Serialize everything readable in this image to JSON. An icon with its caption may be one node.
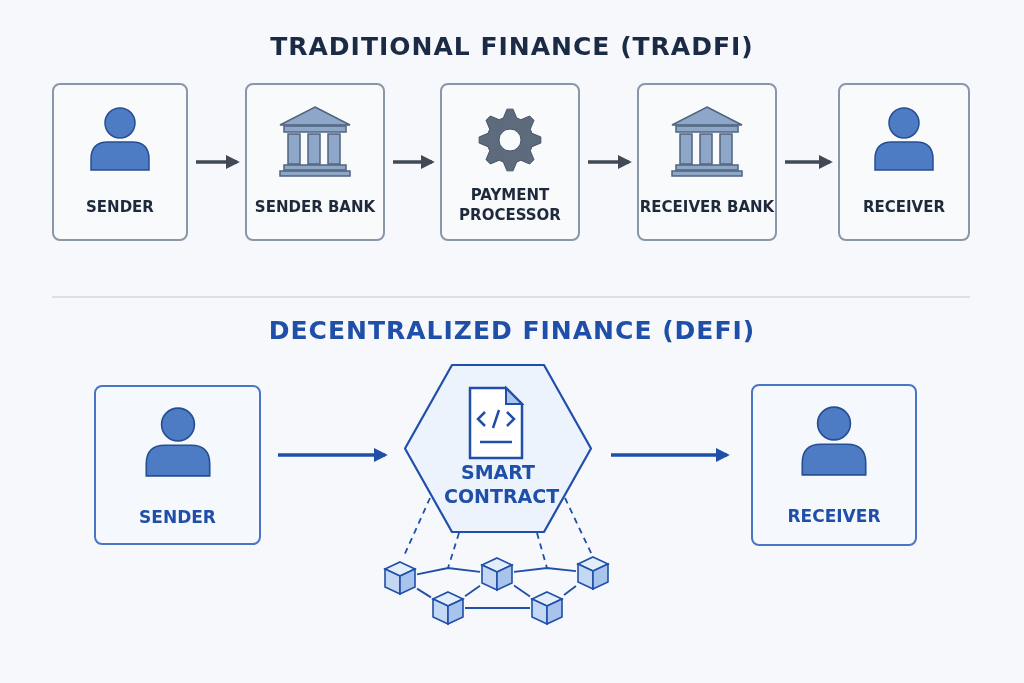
{
  "diagram": {
    "title": "TRADITIONAL FINANCE (TRADFI)",
    "nodes": [
      {
        "text": [
          "SENDER"
        ]
      },
      {
        "text": [
          "SENDER BANK"
        ]
      },
      {
        "text": [
          "PAYMENT PROCESSOR"
        ]
      },
      {
        "text": [
          "RECEIVER BANK"
        ]
      },
      {
        "text": [
          "RECEIVER"
        ]
      },
      {
        "text": [
          "SENDER"
        ]
      },
      {
        "text": [
          "SMART CONTRACT"
        ]
      },
      {
        "text": [
          "RECEIVER"
        ]
      },
      {
        "text": [],
        "shape": "cube"
      },
      {
        "text": [],
        "shape": "cube"
      },
      {
        "text": [],
        "shape": "cube"
      },
      {
        "text": [],
        "shape": "cube"
      },
      {
        "text": [],
        "shape": "cube"
      }
    ],
    "edges": [
      {
        "from": 0,
        "to": 1,
        "arrow": "to",
        "style": "thick",
        "color": "#3f4a56"
      },
      {
        "from": 1,
        "to": 2,
        "arrow": "to",
        "style": "thick",
        "color": "#3f4a56"
      },
      {
        "from": 2,
        "to": 3,
        "arrow": "to",
        "style": "thick",
        "color": "#3f4a56"
      },
      {
        "from": 3,
        "to": 4,
        "arrow": "to",
        "style": "thick",
        "color": "#3f4a56"
      },
      {
        "from": 5,
        "to": 6,
        "arrow": "to",
        "style": "thick"
      },
      {
        "from": 6,
        "to": 7,
        "arrow": "to",
        "style": "thick"
      },
      {
        "from": 6,
        "to": 8,
        "arrow": "none",
        "style": "dashed"
      },
      {
        "from": 6,
        "to": null,
        "arrow": "none",
        "style": "dashed"
      },
      {
        "from": 6,
        "to": null,
        "arrow": "none",
        "style": "dashed"
      },
      {
        "from": 6,
        "to": 12,
        "arrow": "none",
        "style": "dashed"
      },
      {
        "from": 8,
        "to": 10,
        "arrow": "none"
      },
      {
        "from": 8,
        "to": 9,
        "arrow": "none"
      },
      {
        "from": 9,
        "to": 10,
        "arrow": "none"
      },
      {
        "from": 10,
        "to": 11,
        "arrow": "none"
      },
      {
        "from": 9,
        "to": 11,
        "arrow": "none"
      },
      {
        "from": 10,
        "to": 12,
        "arrow": "none"
      },
      {
        "from": 11,
        "to": 12,
        "arrow": "none"
      }
    ],
    "labels": [
      "DECENTRALIZED FINANCE (DEFI)"
    ]
  }
}
